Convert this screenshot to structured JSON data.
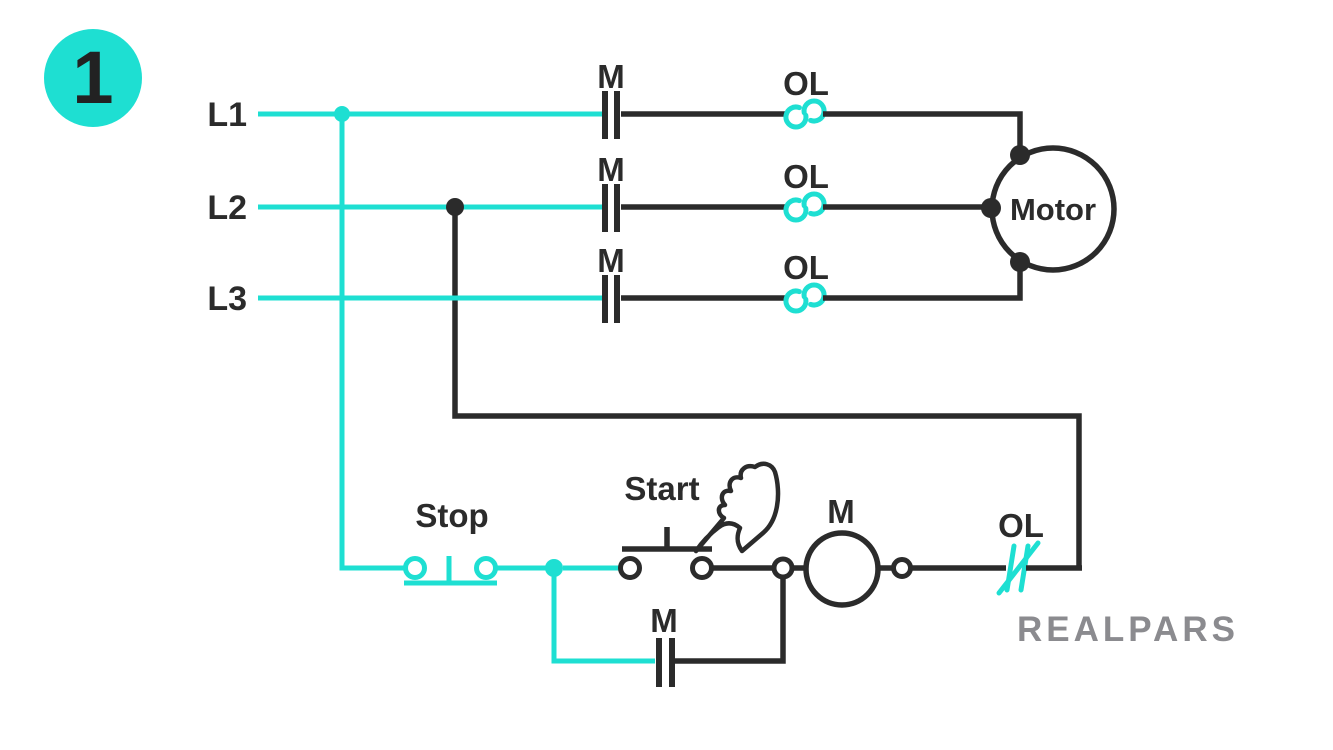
{
  "badge": {
    "number": "1"
  },
  "colors": {
    "accent_teal": "#1EDFD2",
    "line_black": "#2B2B2B",
    "logo_gray": "#8B8B8F",
    "background": "#FFFFFF"
  },
  "power_circuit": {
    "lines": [
      {
        "label": "L1",
        "contact_label": "M",
        "overload_label": "OL"
      },
      {
        "label": "L2",
        "contact_label": "M",
        "overload_label": "OL"
      },
      {
        "label": "L3",
        "contact_label": "M",
        "overload_label": "OL"
      }
    ],
    "motor_label": "Motor"
  },
  "control_circuit": {
    "stop_button_label": "Stop",
    "start_button_label": "Start",
    "coil_label": "M",
    "overload_contact_label": "OL",
    "holding_contact_label": "M"
  },
  "branding": {
    "logo_text": "REALPARS"
  }
}
